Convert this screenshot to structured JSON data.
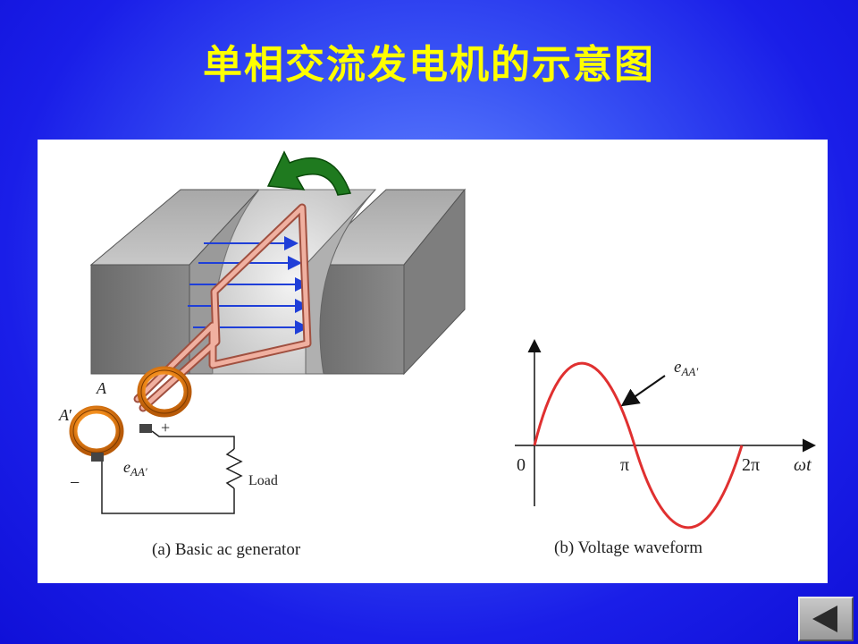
{
  "slide": {
    "title": "单相交流发电机的示意图"
  },
  "generator": {
    "caption": "(a) Basic ac generator",
    "terminal_a": "A",
    "terminal_a_prime": "A",
    "prime_mark": "′",
    "plus": "+",
    "minus": "−",
    "emf_symbol": "e",
    "emf_subscript": "AA′",
    "load_label": "Load"
  },
  "waveform": {
    "caption": "(b) Voltage waveform",
    "curve_symbol": "e",
    "curve_subscript": "AA′",
    "tick_zero": "0",
    "tick_pi": "π",
    "tick_2pi": "2π",
    "axis_label_omega": "ω",
    "axis_label_t": "t"
  },
  "nav": {
    "back_icon": "triangle-left-icon"
  },
  "colors": {
    "title": "#ffff00",
    "coil": "#e8a090",
    "flux": "#1f3fd8",
    "rotation_arrow": "#1f7a1f",
    "waveform": "#e03030",
    "ring": "#f08a1a"
  }
}
